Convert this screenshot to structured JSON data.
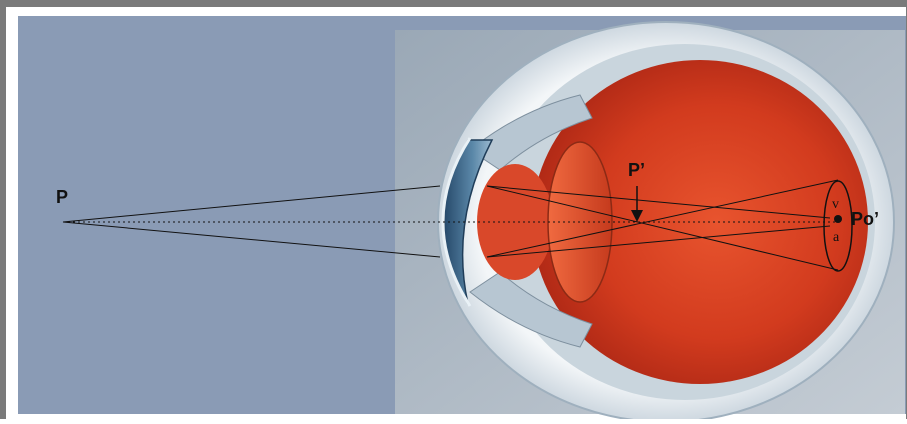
{
  "labels": {
    "object_point": "P",
    "image_point": "P’",
    "retinal_point": "Po’",
    "retina_upper": "v",
    "retina_lower": "a"
  },
  "colors": {
    "background_panel": "#8a9bb5",
    "frame_border": "#6f6f6f",
    "vitreous": "#d6391f",
    "sclera": "#e6edf1",
    "cornea": "#3f6a8c",
    "lens": "#d24a2f",
    "ray_line": "#111111"
  }
}
